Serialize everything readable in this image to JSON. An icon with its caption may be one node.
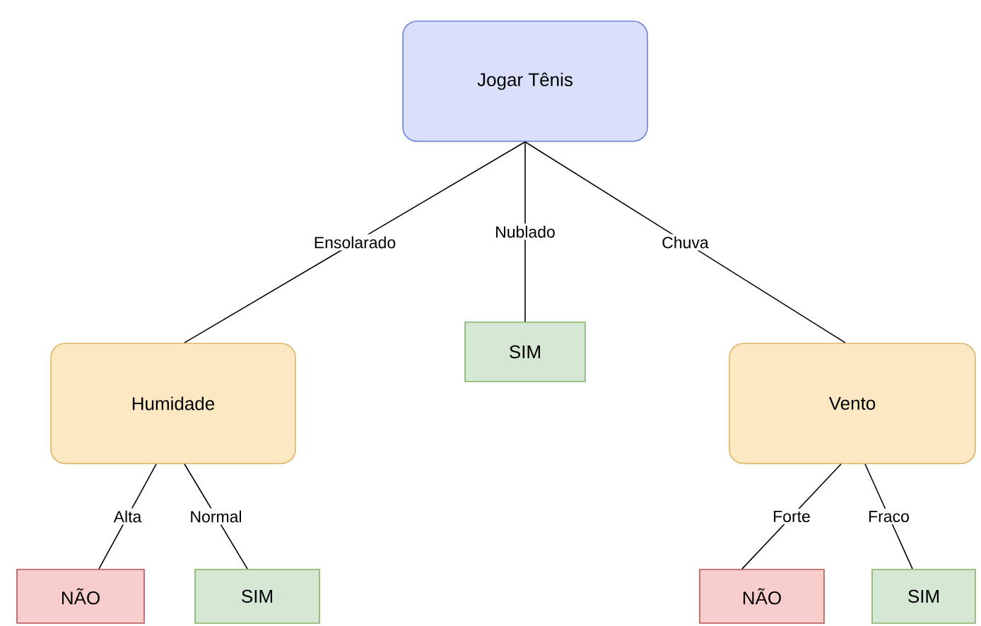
{
  "diagram": {
    "nodes": [
      {
        "text": [
          "Jogar Tênis"
        ]
      },
      {
        "text": [
          "Humidade"
        ]
      },
      {
        "text": [
          "SIM"
        ]
      },
      {
        "text": [
          "Vento"
        ]
      },
      {
        "text": [
          "NÃO"
        ]
      },
      {
        "text": [
          "SIM"
        ]
      },
      {
        "text": [
          "NÃO"
        ]
      },
      {
        "text": [
          "SIM"
        ]
      }
    ],
    "edges": [
      {
        "from": 0,
        "to": 1,
        "arrow": "none",
        "label": "Ensolarado"
      },
      {
        "from": 0,
        "to": 2,
        "arrow": "none",
        "label": "Nublado"
      },
      {
        "from": 0,
        "to": 3,
        "arrow": "none",
        "label": "Chuva"
      },
      {
        "from": 1,
        "to": 4,
        "arrow": "none",
        "label": "Alta"
      },
      {
        "from": 1,
        "to": 5,
        "arrow": "none",
        "label": "Normal"
      },
      {
        "from": 3,
        "to": 6,
        "arrow": "none",
        "label": "Forte"
      },
      {
        "from": 3,
        "to": 7,
        "arrow": "none",
        "label": "Fraco"
      }
    ]
  }
}
